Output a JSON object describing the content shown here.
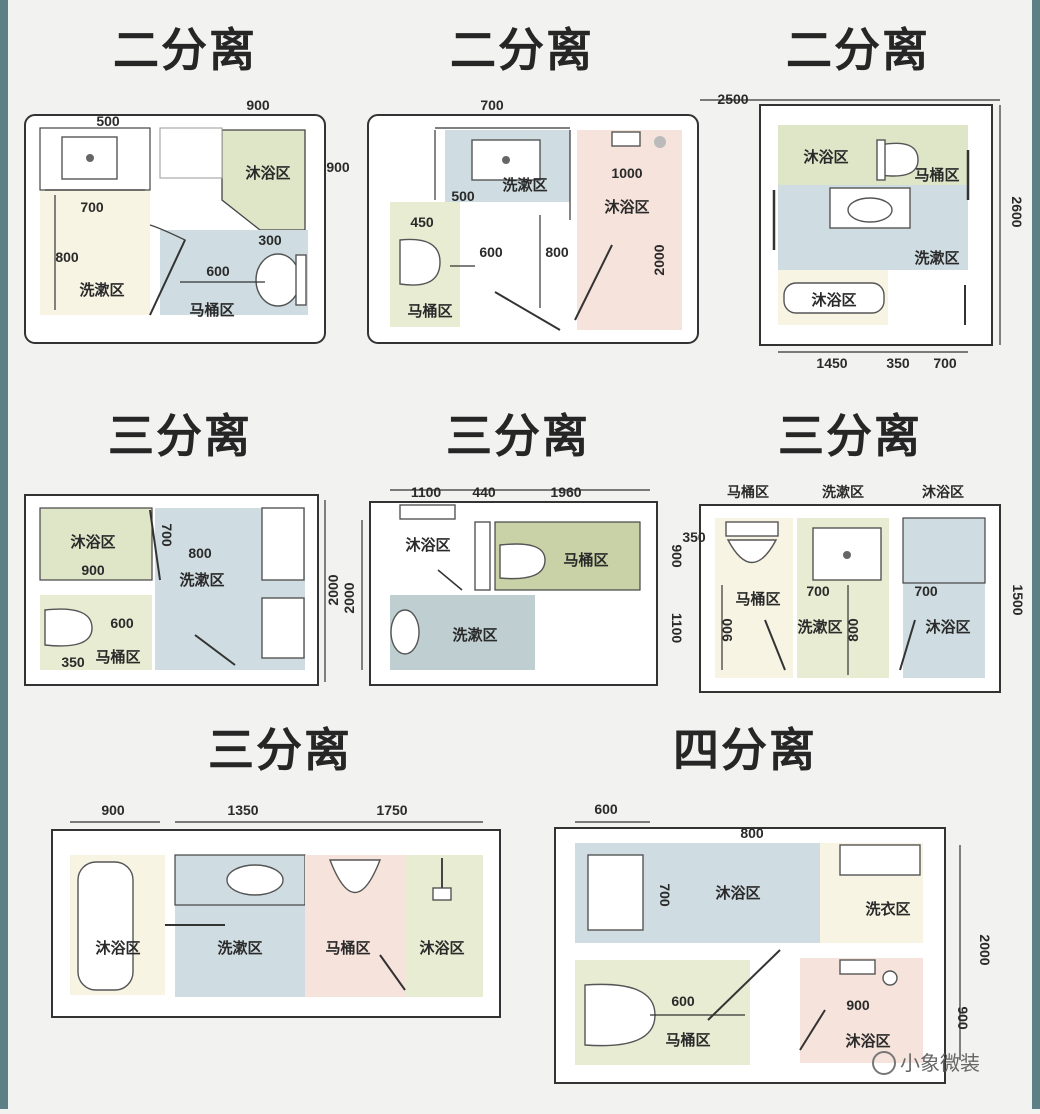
{
  "titles": {
    "t1": "二分离",
    "t2": "二分离",
    "t3": "二分离",
    "t4": "三分离",
    "t5": "三分离",
    "t6": "三分离",
    "t7": "三分离",
    "t8": "四分离"
  },
  "plan1": {
    "d500": "500",
    "d900": "900",
    "d900v": "900",
    "d700": "700",
    "d800": "800",
    "d300": "300",
    "d600": "600",
    "shower": "沐浴区",
    "wash": "洗漱区",
    "toilet": "马桶区"
  },
  "plan2": {
    "d700": "700",
    "d500": "500",
    "d450": "450",
    "d600": "600",
    "d800": "800",
    "d1000": "1000",
    "d2000": "2000",
    "wash": "洗漱区",
    "shower": "沐浴区",
    "toilet": "马桶区"
  },
  "plan3": {
    "d2500": "2500",
    "d2600": "2600",
    "d1450": "1450",
    "d350": "350",
    "d700": "700",
    "shower": "沐浴区",
    "toilet": "马桶区",
    "wash": "洗漱区",
    "bath": "沐浴区"
  },
  "plan4": {
    "d700": "700",
    "d800": "800",
    "d900": "900",
    "d600": "600",
    "d350": "350",
    "d2000": "2000",
    "shower": "沐浴区",
    "wash": "洗漱区",
    "toilet": "马桶区"
  },
  "plan5": {
    "d1100": "1100",
    "d440": "440",
    "d1960": "1960",
    "d900": "900",
    "d1100v": "1100",
    "d2000": "2000",
    "shower": "沐浴区",
    "toilet": "马桶区",
    "wash": "洗漱区"
  },
  "plan6": {
    "h1": "马桶区",
    "h2": "洗漱区",
    "h3": "沐浴区",
    "d350": "350",
    "d700a": "700",
    "d700b": "700",
    "d900": "900",
    "d800": "800",
    "d1500": "1500",
    "toilet": "马桶区",
    "wash": "洗漱区",
    "shower": "沐浴区"
  },
  "plan7": {
    "d900": "900",
    "d1350": "1350",
    "d1750": "1750",
    "shower1": "沐浴区",
    "wash": "洗漱区",
    "toilet": "马桶区",
    "shower2": "沐浴区"
  },
  "plan8": {
    "d600": "600",
    "d800": "800",
    "d700": "700",
    "d2000": "2000",
    "d900v": "900",
    "d900": "900",
    "d600b": "600",
    "shower1": "沐浴区",
    "laundry": "洗衣区",
    "toilet": "马桶区",
    "shower2": "沐浴区"
  },
  "watermark": "小象微装",
  "colors": {
    "shower": "#dfe6c8",
    "wash": "#cfdde2",
    "toilet": "#e7ecd2",
    "cream": "#f7f4e3",
    "pink": "#f6e3dc",
    "olive": "#c9d2a6",
    "bluegray": "#bfcfd1"
  }
}
